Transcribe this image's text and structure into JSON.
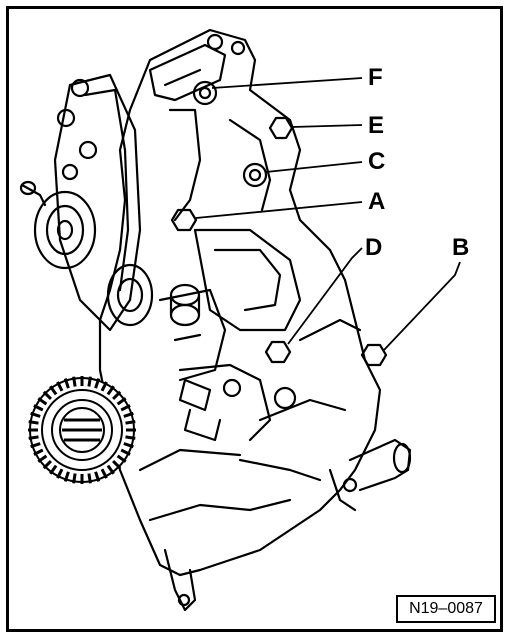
{
  "diagram": {
    "callouts": {
      "F": "F",
      "E": "E",
      "C": "C",
      "A": "A",
      "D": "D",
      "B": "B"
    },
    "reference": "N19–0087"
  },
  "colors": {
    "ink": "#000000",
    "paper": "#ffffff",
    "shade": "#555555"
  }
}
